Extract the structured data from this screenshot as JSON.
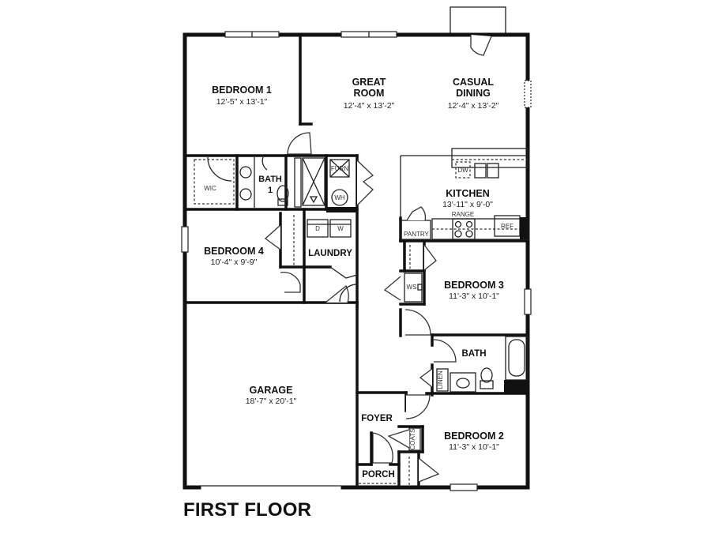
{
  "title": "FIRST FLOOR",
  "rooms": {
    "bedroom1": {
      "name": "BEDROOM 1",
      "dims": "12'-5\" x 13'-1\""
    },
    "great_room": {
      "name_line1": "GREAT",
      "name_line2": "ROOM",
      "dims": "12'-4\" x 13'-2\""
    },
    "casual_dining": {
      "name_line1": "CASUAL",
      "name_line2": "DINING",
      "dims": "12'-4\" x 13'-2\""
    },
    "bath1": {
      "name_line1": "BATH",
      "name_line2": "1"
    },
    "kitchen": {
      "name": "KITCHEN",
      "dims": "13'-11\" x 9'-0\""
    },
    "bedroom4": {
      "name": "BEDROOM 4",
      "dims": "10'-4\" x 9'-9\""
    },
    "laundry": {
      "name": "LAUNDRY"
    },
    "bedroom3": {
      "name": "BEDROOM 3",
      "dims": "11'-3\" x 10'-1\""
    },
    "bath": {
      "name": "BATH"
    },
    "garage": {
      "name": "GARAGE",
      "dims": "18'-7\" x 20'-1\""
    },
    "foyer": {
      "name": "FOYER"
    },
    "porch": {
      "name": "PORCH"
    },
    "bedroom2": {
      "name": "BEDROOM 2",
      "dims": "11'-3\" x 10'-1\""
    }
  },
  "fixtures": {
    "wic": "WIC",
    "furnace": "FURN",
    "water_heater": "WH",
    "dryer": "D",
    "washer": "W",
    "dishwasher": "DW",
    "range": "RANGE",
    "refrigerator": "REF",
    "pantry": "PANTRY",
    "ws": "WS",
    "linen": "LINEN",
    "coats": "COATS"
  }
}
